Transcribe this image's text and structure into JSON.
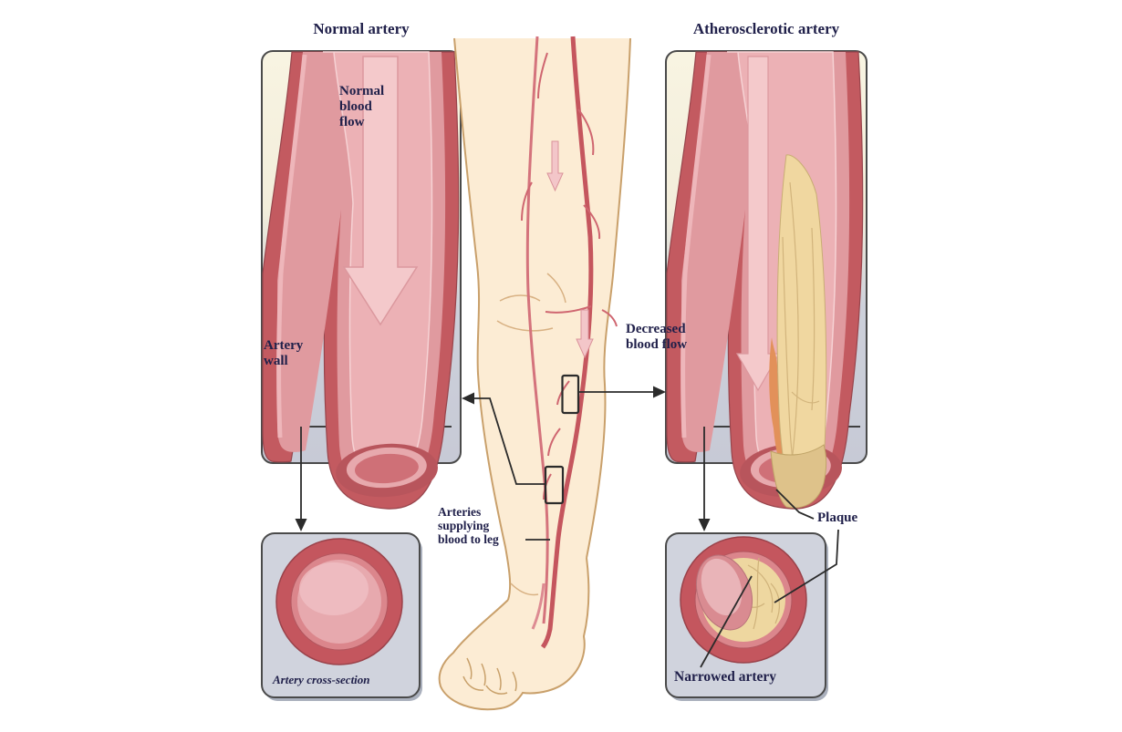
{
  "figure": {
    "left_panel": {
      "title": "Normal artery",
      "flow_label": "Normal\nblood\nflow",
      "wall_label": "Artery\nwall",
      "cross_section_caption": "Artery cross-section"
    },
    "right_panel": {
      "title": "Atherosclerotic artery",
      "flow_label": "Decreased\nblood flow",
      "plaque_label": "Plaque",
      "narrowed_label": "Narrowed artery"
    },
    "leg": {
      "arteries_label": "Arteries\nsupplying\nblood to leg"
    },
    "colors": {
      "artery_wall_red": "#c35a60",
      "artery_mid_pink": "#e09a9f",
      "artery_lumen_pink": "#ecb1b5",
      "flow_arrow_pink": "#f4c9cb",
      "plaque_yellow": "#f0d7a0",
      "plaque_orange": "#e2915a",
      "panel_cream": "#f8f4e2",
      "panel_grey": "#c7cad6",
      "box_grey": "#d0d3dd",
      "skin": "#fcecd4",
      "skin_outline": "#c9a06b",
      "label_text": "#20204a",
      "line_black": "#2b2b2b"
    }
  }
}
